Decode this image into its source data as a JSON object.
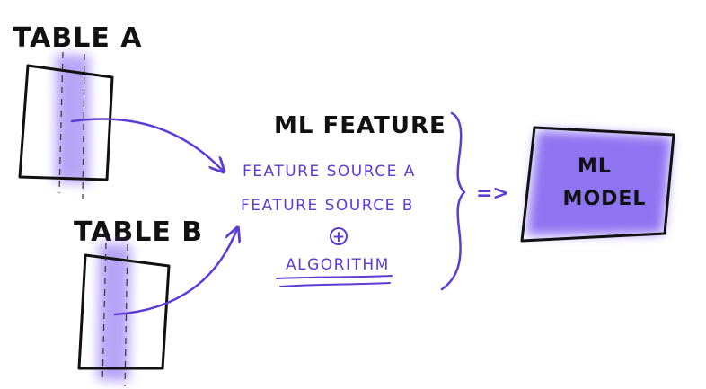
{
  "tables": [
    {
      "label": "TABLE A"
    },
    {
      "label": "TABLE B"
    }
  ],
  "feature": {
    "title": "ML FEATURE",
    "sources": [
      "FEATURE SOURCE A",
      "FEATURE SOURCE B"
    ],
    "plus_symbol": "+",
    "algorithm": "ALGORITHM"
  },
  "implies": "=>",
  "model": {
    "line1": "ML",
    "line2": "MODEL"
  },
  "colors": {
    "ink": "#111111",
    "accent": "#5B3CD6",
    "accent_fill": "#7B5CF0"
  }
}
